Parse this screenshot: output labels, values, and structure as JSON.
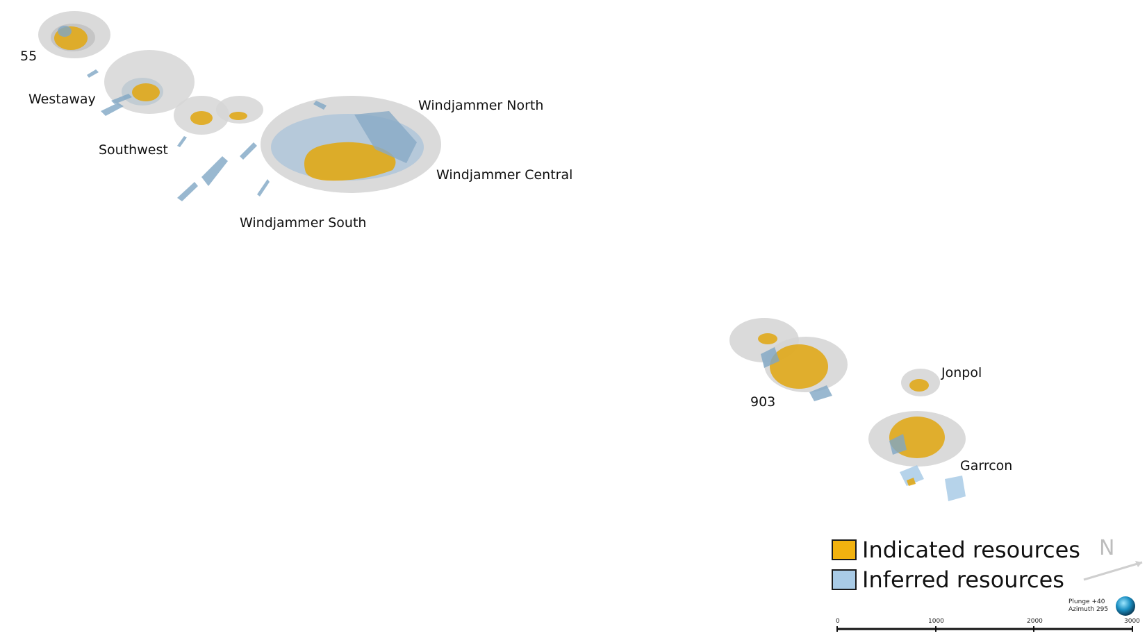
{
  "colors": {
    "indicated": "#f2b20f",
    "inferred": "#a9cbe6",
    "pit_shell": "#cfcfcf"
  },
  "labels": {
    "p55": "55",
    "westaway": "Westaway",
    "southwest": "Southwest",
    "windjammer_north": "Windjammer North",
    "windjammer_central": "Windjammer Central",
    "windjammer_south": "Windjammer South",
    "p903": "903",
    "jonpol": "Jonpol",
    "garrcon": "Garrcon"
  },
  "legend": {
    "indicated": "Indicated resources",
    "inferred": "Inferred resources"
  },
  "north_arrow": {
    "label": "N",
    "icon": "north-arrow-icon"
  },
  "view": {
    "plunge": "Plunge +40",
    "azimuth": "Azimuth 295",
    "icon": "globe-orientation-icon"
  },
  "scale_bar": {
    "ticks": [
      "0",
      "1000",
      "2000",
      "3000"
    ]
  }
}
